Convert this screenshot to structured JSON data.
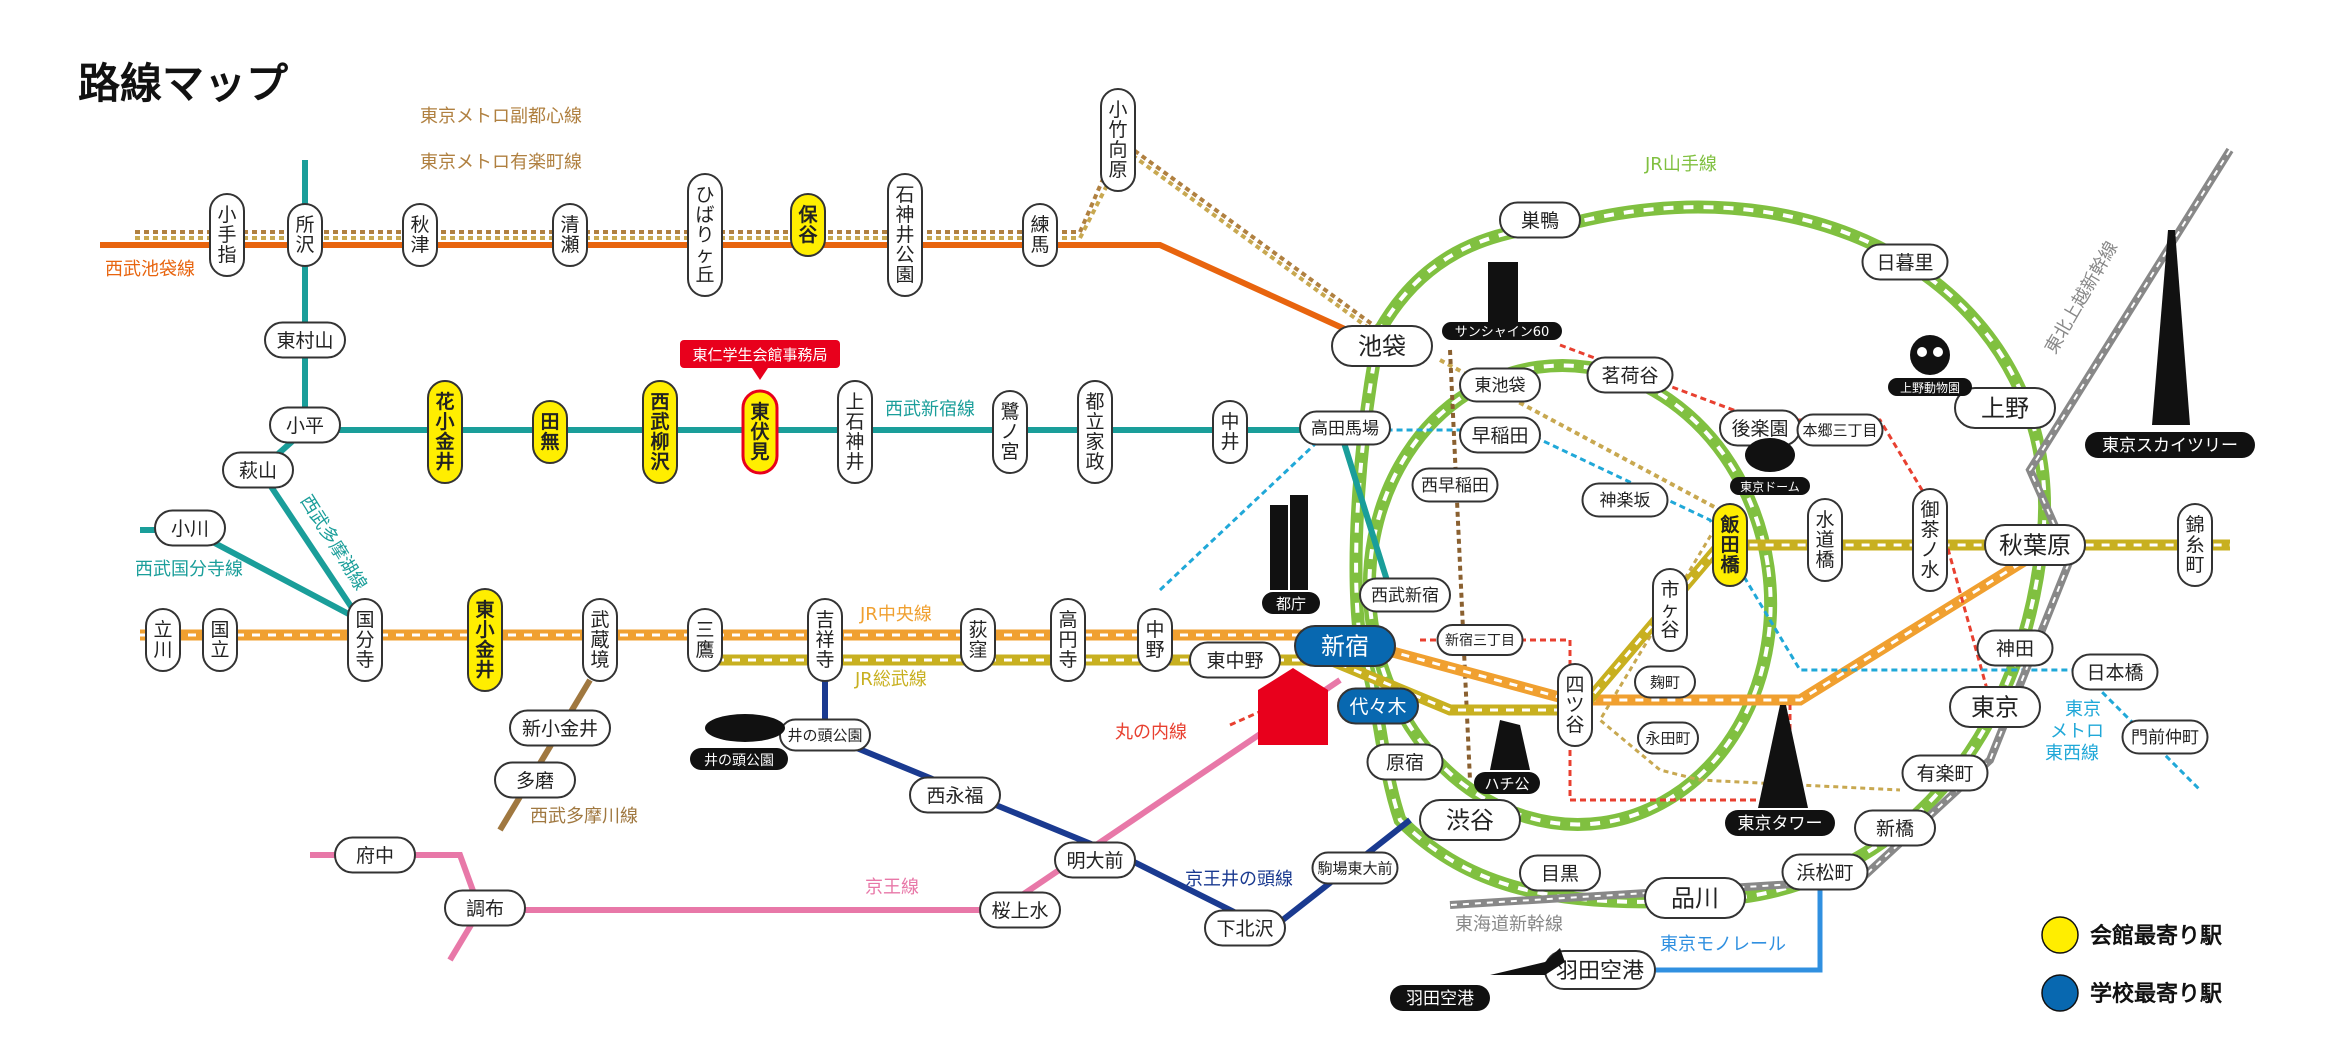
{
  "title": "路線マップ",
  "colors": {
    "seibu_ikebukuro": "#e8640e",
    "seibu_shinjuku": "#1a9e9a",
    "chuo": "#f0a030",
    "sobu": "#c8b020",
    "yamanote": "#80c040",
    "keio": "#e878a8",
    "inokashira": "#1a3a90",
    "tamagawa": "#a07840",
    "metro_fukutoshin": "#b08040",
    "metro_yurakucho": "#c8a850",
    "marunouchi": "#e84030",
    "tozai": "#20a8d8",
    "shinkansen": "#888888",
    "monorail": "#3090e0",
    "nearest_hall": "#ffee00",
    "nearest_school": "#0868b0"
  },
  "line_labels": {
    "fukutoshin": "東京メトロ副都心線",
    "yurakucho": "東京メトロ有楽町線",
    "seibu_ikebukuro": "西武池袋線",
    "yamanote": "JR山手線",
    "seibu_shinjuku": "西武新宿線",
    "seibu_tamako": "西武多摩湖線",
    "seibu_kokubunji": "西武国分寺線",
    "chuo": "JR中央線",
    "sobu": "JR総武線",
    "marunouchi": "丸の内線",
    "tamagawa": "西武多摩川線",
    "keio": "京王線",
    "inokashira": "京王井の頭線",
    "tohoku_shinkansen": "東北上越新幹線",
    "tokaido_shinkansen": "東海道新幹線",
    "monorail": "東京モノレール",
    "tozai": "東京メトロ東西線"
  },
  "callout": "東仁学生会館事務局",
  "stations": {
    "kotesashi": "小手指",
    "tokorozawa": "所沢",
    "akitsu": "秋津",
    "kiyose": "清瀬",
    "hibarigaoka": "ひばりヶ丘",
    "hoya": "保谷",
    "shakujii": "石神井公園",
    "nerima": "練馬",
    "kotakemukaihara": "小竹向原",
    "higashimurayama": "東村山",
    "kodaira": "小平",
    "hanakoganei": "花小金井",
    "tanashi": "田無",
    "nishiyagisawa": "西武柳沢",
    "higashifushimi": "東伏見",
    "kamishakujii": "上石神井",
    "saginomiya": "鷺ノ宮",
    "toritsukasei": "都立家政",
    "nakai": "中井",
    "takadanobaba": "高田馬場",
    "haijima": "萩山",
    "ogawa": "小川",
    "tachikawa": "立川",
    "kunitachi": "国立",
    "kokubunji": "国分寺",
    "higashikoganei": "東小金井",
    "musashisakai": "武蔵境",
    "mitaka": "三鷹",
    "kichijoji": "吉祥寺",
    "ogikubo": "荻窪",
    "koenji": "高円寺",
    "nakano": "中野",
    "higashinakano": "東中野",
    "shinjuku": "新宿",
    "yoyogi": "代々木",
    "shinkoganei": "新小金井",
    "tama": "多磨",
    "inokashirakoen": "井の頭公園",
    "nishieifuku": "西永福",
    "meidaimae": "明大前",
    "fuchu": "府中",
    "chofu": "調布",
    "sakurajosui": "桜上水",
    "shimokitazawa": "下北沢",
    "komabatodaimae": "駒場東大前",
    "shibuya": "渋谷",
    "harajuku": "原宿",
    "seibushinjuku": "西武新宿",
    "ikebukuro": "池袋",
    "sugamo": "巣鴨",
    "higashiikebukuro": "東池袋",
    "myogadani": "茗荷谷",
    "waseda": "早稲田",
    "nishiwaseda": "西早稲田",
    "kagurazaka": "神楽坂",
    "iidabashi": "飯田橋",
    "korakuen": "後楽園",
    "hongo": "本郷三丁目",
    "suidobashi": "水道橋",
    "ochanomizu": "御茶ノ水",
    "akihabara": "秋葉原",
    "kinshicho": "錦糸町",
    "nippori": "日暮里",
    "ueno": "上野",
    "ichigaya": "市ヶ谷",
    "kojimachi": "麹町",
    "nagatacho": "永田町",
    "yotsuya": "四ツ谷",
    "shinjukusanchome": "新宿三丁目",
    "kanda": "神田",
    "tokyo": "東京",
    "nihonbashi": "日本橋",
    "monzennakacho": "門前仲町",
    "yurakucho": "有楽町",
    "shimbashi": "新橋",
    "hamamatsucho": "浜松町",
    "meguro": "目黒",
    "shinagawa": "品川",
    "haneda": "羽田空港"
  },
  "landmarks": {
    "sunshine": "サンシャイン60",
    "tocho": "都庁",
    "inokashira_park": "井の頭公園",
    "hachiko": "ハチ公",
    "tokyo_dome": "東京ドーム",
    "ueno_zoo": "上野動物園",
    "skytree": "東京スカイツリー",
    "tokyo_tower": "東京タワー",
    "haneda_airport": "羽田空港"
  },
  "legend": {
    "hall": "会館最寄り駅",
    "school": "学校最寄り駅"
  }
}
